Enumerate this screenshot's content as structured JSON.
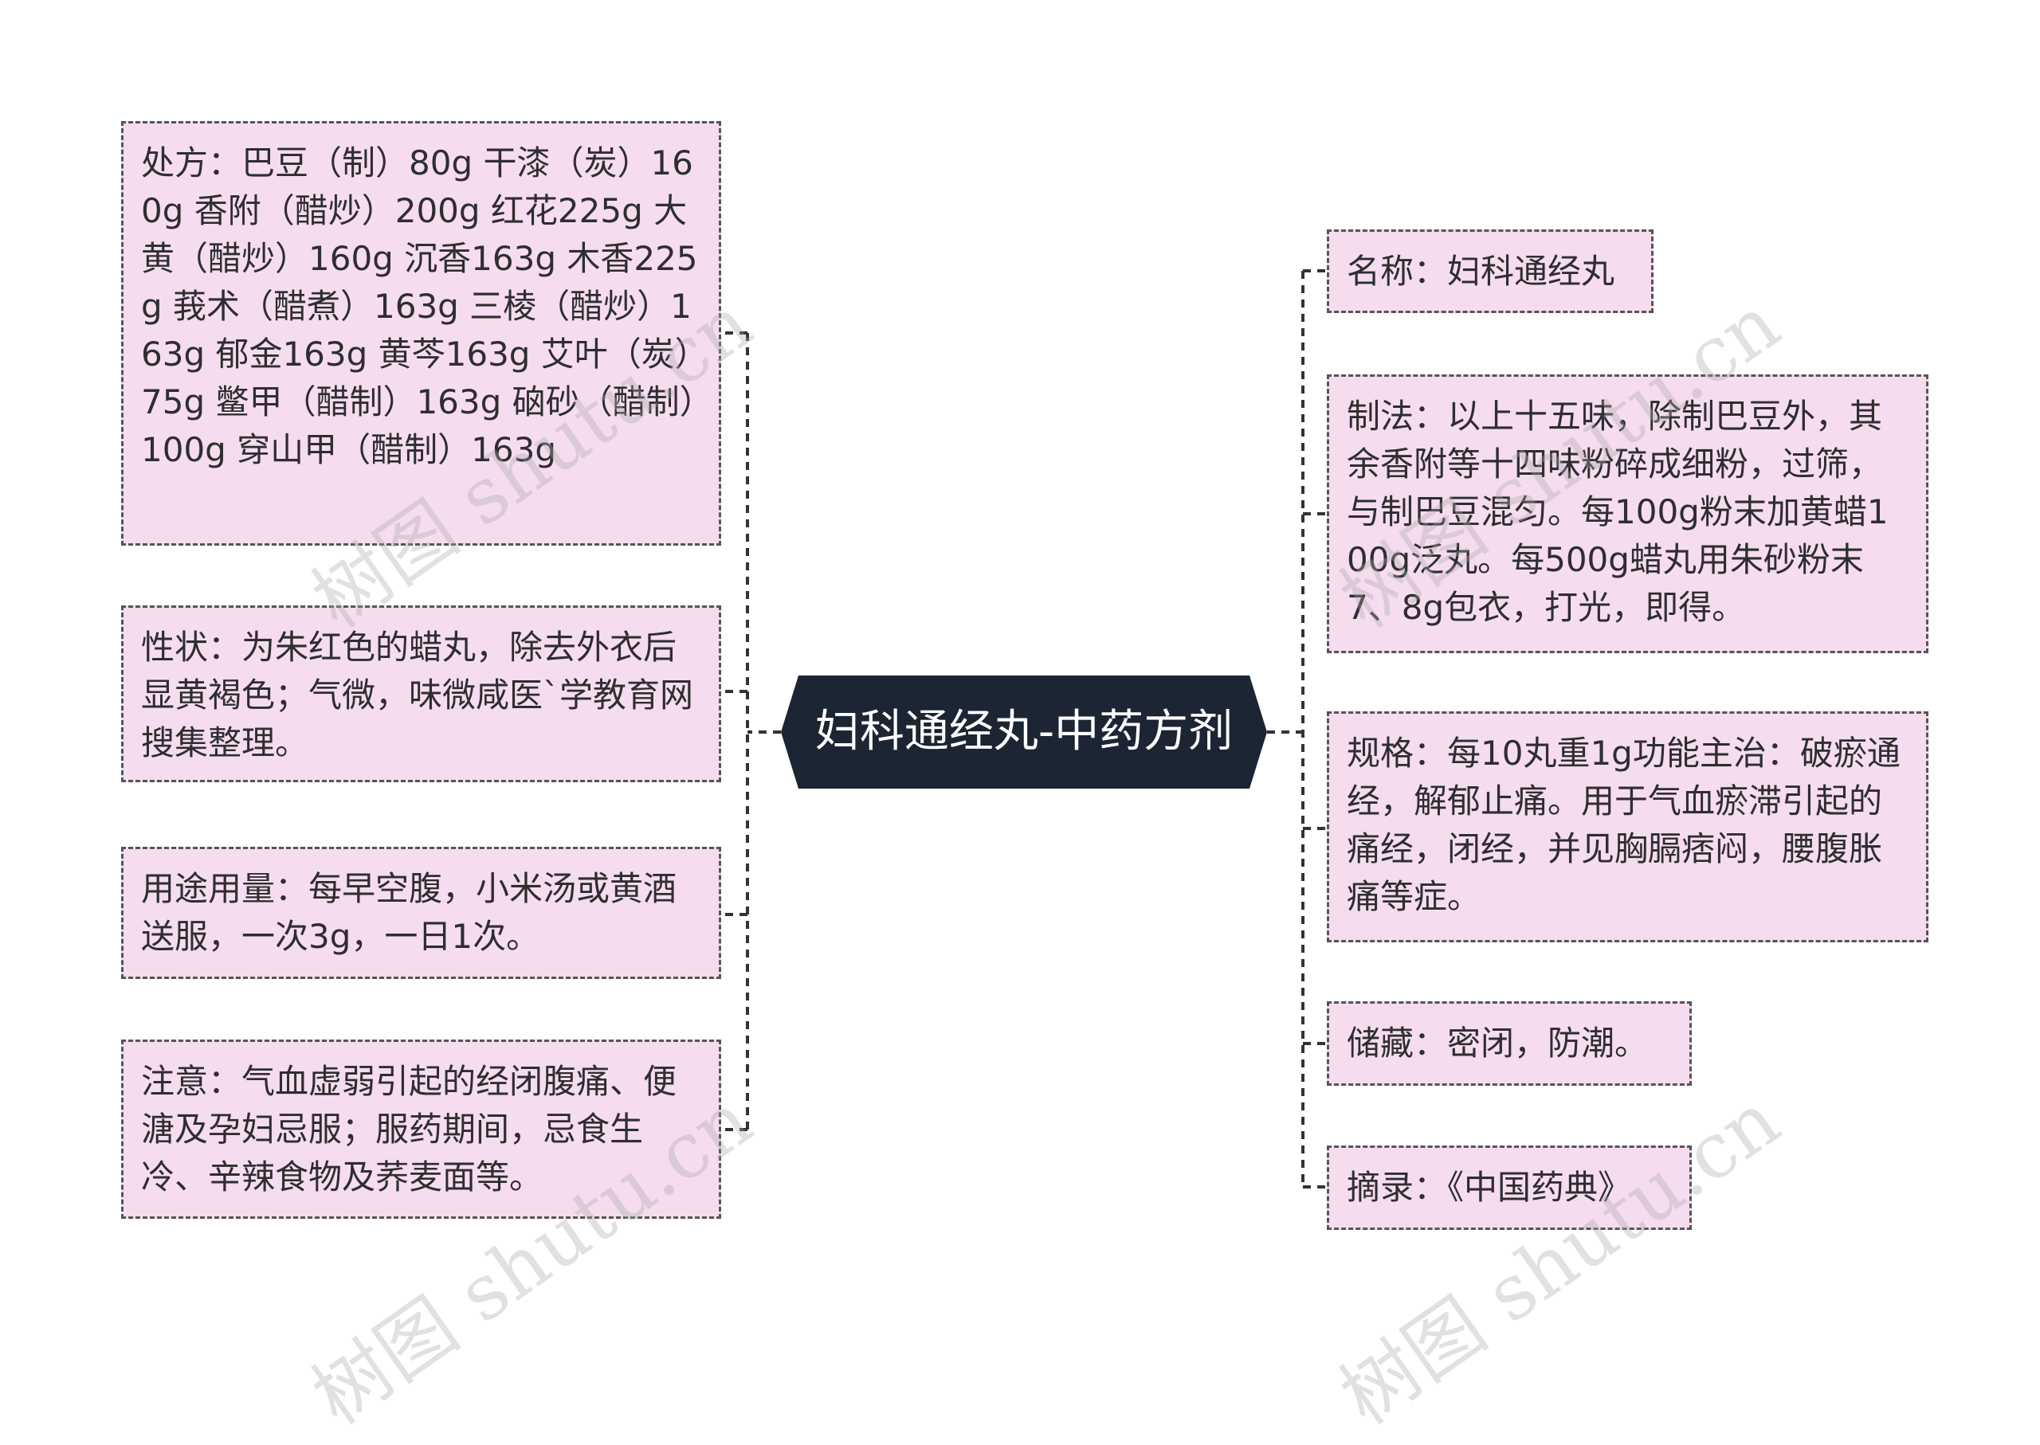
{
  "center": {
    "title": "妇科通经丸-中药方剂",
    "bg_color": "#1b2533"
  },
  "left_nodes": [
    {
      "text": "处方：巴豆（制）80g 干漆（炭）160g 香附（醋炒）200g 红花225g 大黄（醋炒）160g 沉香163g 木香225g 莪术（醋煮）163g 三棱（醋炒）163g 郁金163g 黄芩163g 艾叶（炭）75g 鳖甲（醋制）163g 硇砂（醋制）100g 穿山甲（醋制）163g"
    },
    {
      "text": "性状：为朱红色的蜡丸，除去外衣后显黄褐色；气微，味微咸医`学教育网搜集整理。"
    },
    {
      "text": "用途用量：每早空腹，小米汤或黄酒送服，一次3g，一日1次。"
    },
    {
      "text": "注意：气血虚弱引起的经闭腹痛、便溏及孕妇忌服；服药期间，忌食生冷、辛辣食物及荞麦面等。"
    }
  ],
  "right_nodes": [
    {
      "text": "名称：妇科通经丸"
    },
    {
      "text": "制法：以上十五味，除制巴豆外，其余香附等十四味粉碎成细粉，过筛，与制巴豆混匀。每100g粉末加黄蜡100g泛丸。每500g蜡丸用朱砂粉末7、8g包衣，打光，即得。"
    },
    {
      "text": "规格：每10丸重1g功能主治：破瘀通经，解郁止痛。用于气血瘀滞引起的痛经，闭经，并见胸膈痞闷，腰腹胀痛等症。"
    },
    {
      "text": "储藏：密闭，防潮。"
    },
    {
      "text": "摘录：《中国药典》"
    }
  ],
  "watermark": {
    "text": "树图 shutu.cn"
  },
  "colors": {
    "node_fill": "#f5dcef",
    "node_border": "#555555",
    "connector": "#333333",
    "center_text": "#ffffff"
  }
}
